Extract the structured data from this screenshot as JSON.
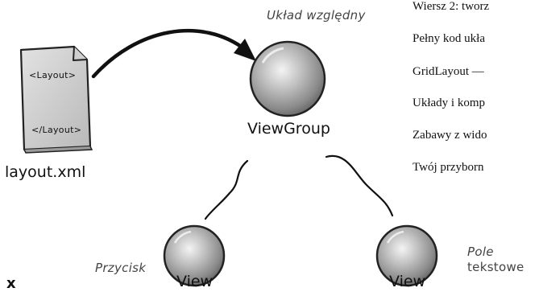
{
  "diagram": {
    "file_label": "layout.xml",
    "file_tag_open": "<Layout>",
    "file_tag_close": "</Layout>",
    "root_label": "ViewGroup",
    "root_caption": "Układ względny",
    "left_child_label": "View",
    "left_child_caption": "Przycisk",
    "right_child_label": "View",
    "right_child_caption_line1": "Pole",
    "right_child_caption_line2": "tekstowe"
  },
  "toc": {
    "items": [
      "Wiersz 2: tworz",
      "Pełny kod ukła",
      "GridLayout —",
      "Układy i komp",
      "Zabawy z wido",
      "Twój przyborn"
    ]
  },
  "footer": {
    "mark": "x"
  }
}
